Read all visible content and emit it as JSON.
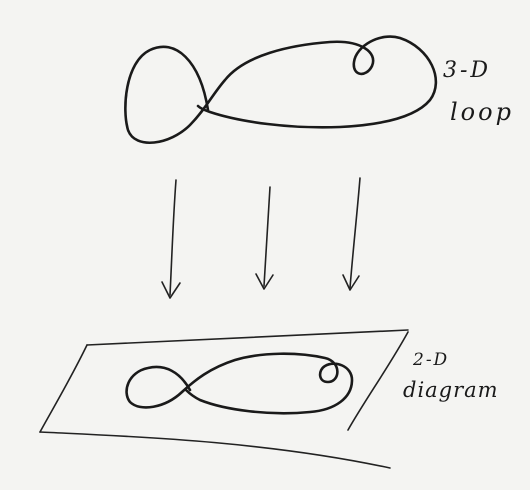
{
  "labels": {
    "top_line1": "3-D",
    "top_line2": "loop",
    "bottom_line1": "2-D",
    "bottom_line2": "diagram"
  }
}
